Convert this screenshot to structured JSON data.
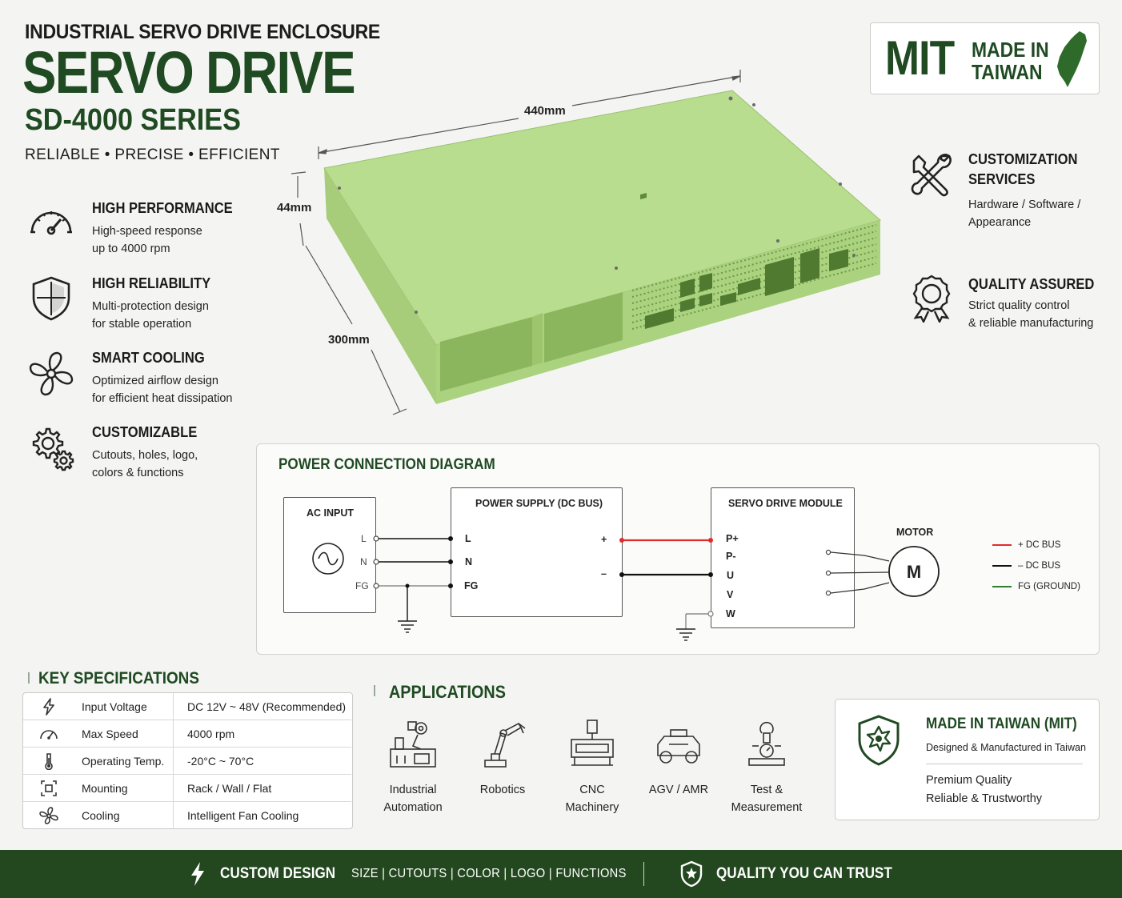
{
  "header": {
    "eyebrow": "INDUSTRIAL SERVO DRIVE ENCLOSURE",
    "title": "SERVO DRIVE",
    "series": "SD-4000 SERIES",
    "tagline": "RELIABLE  •  PRECISE  •  EFFICIENT"
  },
  "mit_badge": {
    "big": "MIT",
    "line1": "MADE IN",
    "line2": "TAIWAN"
  },
  "features": [
    {
      "icon": "gauge-icon",
      "title": "HIGH PERFORMANCE",
      "line1": "High-speed response",
      "line2": "up to 4000 rpm"
    },
    {
      "icon": "shield-icon",
      "title": "HIGH RELIABILITY",
      "line1": "Multi-protection design",
      "line2": "for stable operation"
    },
    {
      "icon": "fan-icon",
      "title": "SMART COOLING",
      "line1": "Optimized airflow design",
      "line2": "for efficient heat dissipation"
    },
    {
      "icon": "gears-icon",
      "title": "CUSTOMIZABLE",
      "line1": "Cutouts, holes, logo,",
      "line2": "colors & functions"
    }
  ],
  "right_features": [
    {
      "icon": "tools-icon",
      "title1": "CUSTOMIZATION",
      "title2": "SERVICES",
      "line1": "Hardware / Software /",
      "line2": "Appearance"
    },
    {
      "icon": "award-icon",
      "title1": "QUALITY ASSURED",
      "line1": "Strict quality control",
      "line2": "& reliable manufacturing"
    }
  ],
  "dimensions": {
    "width": "440mm",
    "height": "44mm",
    "depth": "300mm"
  },
  "diagram": {
    "title": "POWER CONNECTION DIAGRAM",
    "ac_input": {
      "label": "AC INPUT",
      "t1": "L",
      "t2": "N",
      "t3": "FG"
    },
    "power_supply": {
      "label": "POWER SUPPLY (DC BUS)",
      "t1": "L",
      "t2": "N",
      "t3": "FG",
      "plus": "+",
      "minus": "–"
    },
    "servo": {
      "label": "SERVO DRIVE MODULE",
      "t1": "P+",
      "t2": "P-",
      "t3": "U",
      "t4": "V",
      "t5": "W"
    },
    "motor": {
      "label": "MOTOR",
      "letter": "M"
    },
    "legend": [
      {
        "label": "+ DC BUS",
        "color": "#e02b2b"
      },
      {
        "label": "– DC BUS",
        "color": "#111111"
      },
      {
        "label": "FG (GROUND)",
        "color": "#2e7d32"
      }
    ]
  },
  "specs": {
    "title": "KEY SPECIFICATIONS",
    "rows": [
      {
        "icon": "bolt-icon",
        "key": "Input Voltage",
        "value": "DC 12V ~ 48V (Recommended)"
      },
      {
        "icon": "speedometer-icon",
        "key": "Max Speed",
        "value": "4000 rpm"
      },
      {
        "icon": "thermometer-icon",
        "key": "Operating Temp.",
        "value": "-20°C ~ 70°C"
      },
      {
        "icon": "mount-icon",
        "key": "Mounting",
        "value": "Rack / Wall / Flat"
      },
      {
        "icon": "fan-icon",
        "key": "Cooling",
        "value": "Intelligent Fan Cooling"
      }
    ]
  },
  "applications": {
    "title": "APPLICATIONS",
    "items": [
      {
        "icon": "factory-automation-icon",
        "line1": "Industrial",
        "line2": "Automation"
      },
      {
        "icon": "robot-arm-icon",
        "line1": "Robotics",
        "line2": ""
      },
      {
        "icon": "cnc-machine-icon",
        "line1": "CNC",
        "line2": "Machinery"
      },
      {
        "icon": "agv-icon",
        "line1": "AGV / AMR",
        "line2": ""
      },
      {
        "icon": "test-measurement-icon",
        "line1": "Test &",
        "line2": "Measurement"
      }
    ]
  },
  "mit_card": {
    "title": "MADE IN TAIWAN (MIT)",
    "subtitle": "Designed & Manufactured in Taiwan",
    "line1": "Premium Quality",
    "line2": "Reliable & Trustworthy"
  },
  "footer": {
    "custom": "CUSTOM DESIGN",
    "options": "SIZE  |  CUTOUTS  |  COLOR  |  LOGO  |  FUNCTIONS",
    "quality": "QUALITY YOU CAN TRUST"
  },
  "colors": {
    "brand_green": "#1f4a22",
    "enclosure_green": "#b8dc8e",
    "footer_green": "#23481f"
  }
}
